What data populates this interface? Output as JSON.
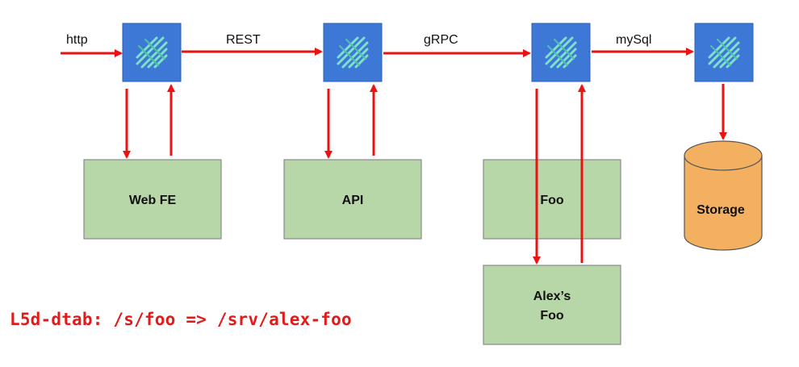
{
  "edges": {
    "http": "http",
    "rest": "REST",
    "grpc": "gRPC",
    "mysql": "mySql"
  },
  "services": {
    "web_fe": "Web FE",
    "api": "API",
    "foo": "Foo",
    "alex_foo_line1": "Alex’s",
    "alex_foo_line2": "Foo",
    "storage": "Storage"
  },
  "dtab": "L5d-dtab: /s/foo => /srv/alex-foo",
  "colors": {
    "arrow": "#ee1111",
    "service_fill": "#b8d7a8",
    "proxy_fill": "#3e78d6",
    "proxy_logo": "#7fe0c8",
    "storage_fill": "#f4b061",
    "dtab_text": "#e21a1a"
  },
  "icons": {
    "proxy": "linkerd-logo-icon",
    "storage": "database-cylinder-icon"
  }
}
